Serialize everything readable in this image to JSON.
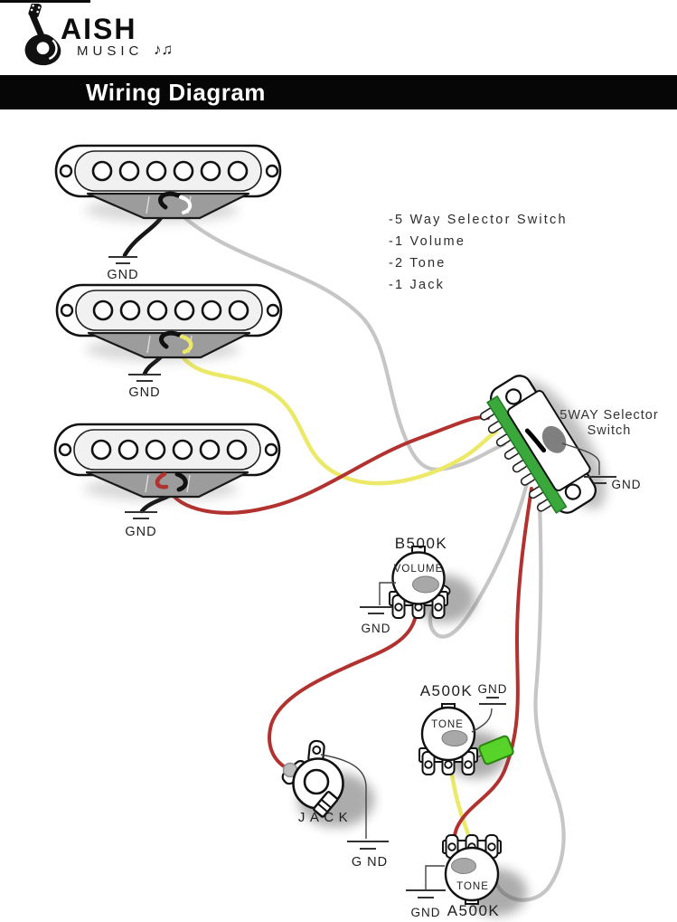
{
  "logo": {
    "brand": "AISH",
    "sub": "MUSIC",
    "notes": "♪♫"
  },
  "banner": {
    "title": "Wiring Diagram"
  },
  "parts_list": {
    "items": [
      "-5 Way Selector Switch",
      "-1 Volume",
      "-2 Tone",
      "-1 Jack"
    ]
  },
  "switch": {
    "label_line1": "5WAY Selector",
    "label_line2": "Switch",
    "gnd": "GND"
  },
  "pickups": {
    "neck_gnd": "GND",
    "middle_gnd": "GND",
    "bridge_gnd": "GND"
  },
  "volume": {
    "value": "B500K",
    "label": "VOLUME",
    "gnd": "GND"
  },
  "tone1": {
    "value": "A500K",
    "label": "TONE",
    "gnd": "GND"
  },
  "tone2": {
    "value": "A500K",
    "label": "TONE",
    "gnd": "GND"
  },
  "jack": {
    "label": "JACK",
    "gnd": "G ND"
  },
  "colors": {
    "wire_neck": "#c6c6c6",
    "wire_middle": "#ece969",
    "wire_bridge": "#b23230",
    "wire_ground": "#161616",
    "capacitor_green": "#57d32a",
    "switch_pcb_green": "#3aa83a",
    "banner_bg": "#060606"
  }
}
